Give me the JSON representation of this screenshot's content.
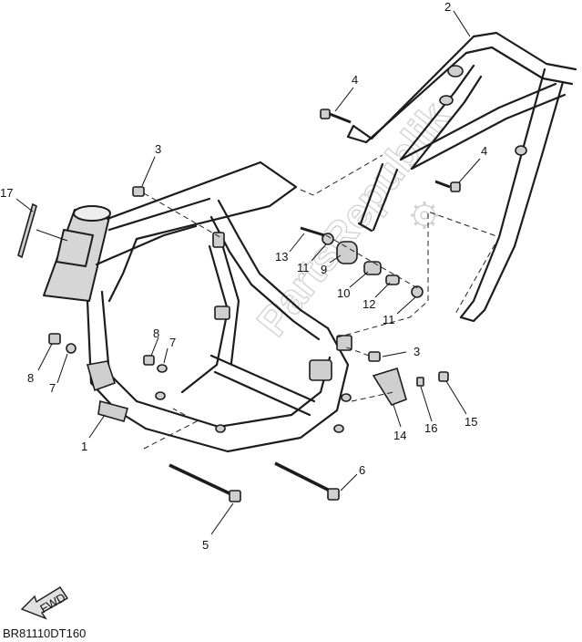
{
  "diagram": {
    "callouts": [
      {
        "id": "c1",
        "label": "1"
      },
      {
        "id": "c2",
        "label": "2"
      },
      {
        "id": "c3a",
        "label": "3"
      },
      {
        "id": "c3b",
        "label": "3"
      },
      {
        "id": "c4a",
        "label": "4"
      },
      {
        "id": "c4b",
        "label": "4"
      },
      {
        "id": "c5",
        "label": "5"
      },
      {
        "id": "c6",
        "label": "6"
      },
      {
        "id": "c7a",
        "label": "7"
      },
      {
        "id": "c7b",
        "label": "7"
      },
      {
        "id": "c8a",
        "label": "8"
      },
      {
        "id": "c8b",
        "label": "8"
      },
      {
        "id": "c9",
        "label": "9"
      },
      {
        "id": "c10",
        "label": "10"
      },
      {
        "id": "c11a",
        "label": "11"
      },
      {
        "id": "c11b",
        "label": "11"
      },
      {
        "id": "c12",
        "label": "12"
      },
      {
        "id": "c13",
        "label": "13"
      },
      {
        "id": "c14",
        "label": "14"
      },
      {
        "id": "c15",
        "label": "15"
      },
      {
        "id": "c16",
        "label": "16"
      },
      {
        "id": "c17",
        "label": "17"
      }
    ],
    "fwd_label": "FWD",
    "watermark": "PartsRepublik",
    "diagram_code": "BR81110DT160"
  }
}
